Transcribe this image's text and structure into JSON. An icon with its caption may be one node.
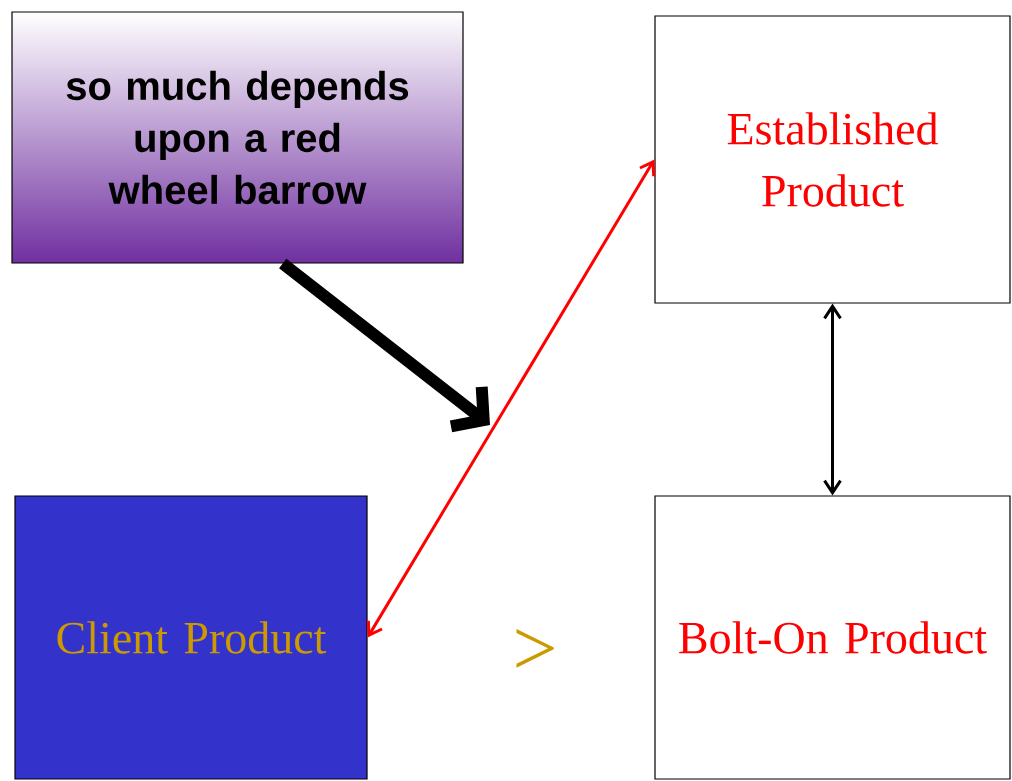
{
  "diagram": {
    "nodes": [
      {
        "text": [
          "so much depends upon a red wheel barrow"
        ]
      },
      {
        "text": [
          "Established Product"
        ]
      },
      {
        "text": [
          "Client Product"
        ]
      },
      {
        "text": [
          "Bolt-On Product"
        ]
      }
    ],
    "edges": [
      {
        "from": 2,
        "to": 1,
        "arrow": "both",
        "color": "#ff0000"
      },
      {
        "from": 1,
        "to": 3,
        "arrow": "both"
      },
      {
        "from": 0,
        "to": null,
        "arrow": "to",
        "style": "thick"
      }
    ],
    "labels": [
      ">"
    ]
  }
}
